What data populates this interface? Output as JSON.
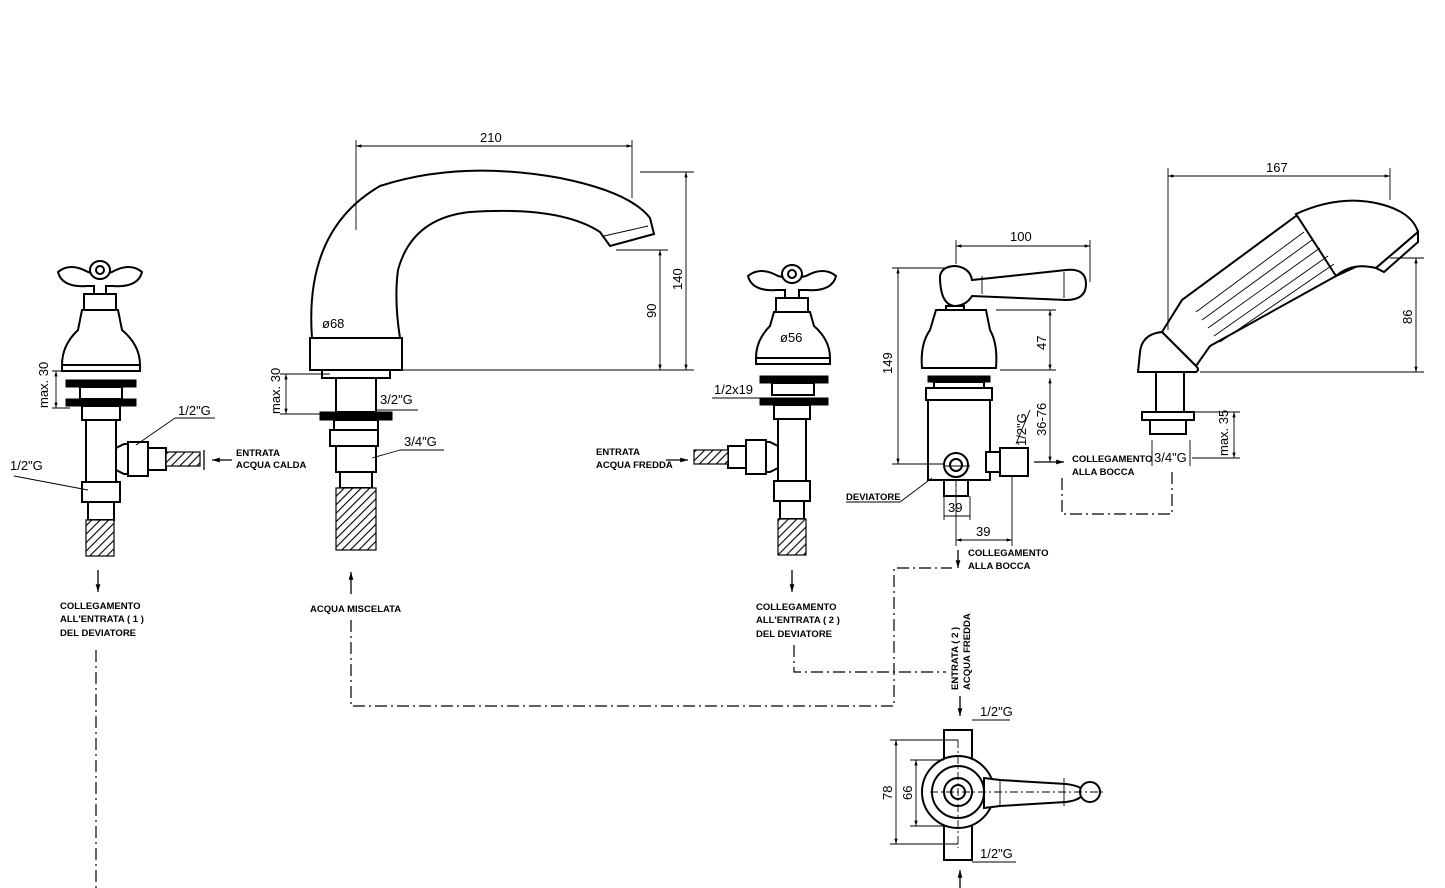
{
  "dimensions": {
    "spout_width": "210",
    "spout_total_height": "140",
    "spout_outlet_height": "90",
    "spout_dia": "ø68",
    "spout_deck": "max. 30",
    "spout_thread_top": "3/2\"G",
    "spout_thread_bottom": "3/4\"G",
    "hot_deck": "max. 30",
    "hot_thread_side": "1/2\"G",
    "hot_thread_bottom": "1/2\"G",
    "cold_dia": "ø56",
    "cold_thread": "1/2x19",
    "diverter_width": "100",
    "diverter_height": "149",
    "diverter_body": "47",
    "diverter_deck": "36-76",
    "diverter_thread": "1/2\"G",
    "diverter_39a": "39",
    "diverter_39b": "39",
    "shower_width": "167",
    "shower_height": "86",
    "shower_deck": "max. 35",
    "shower_thread": "3/4\"G",
    "plan_78": "78",
    "plan_66": "66",
    "plan_thread_top": "1/2\"G",
    "plan_thread_bottom": "1/2\"G"
  },
  "labels": {
    "hot_inlet": [
      "ENTRATA",
      "ACQUA CALDA"
    ],
    "cold_inlet": [
      "ENTRATA",
      "ACQUA FREDDA"
    ],
    "conn_1": [
      "COLLEGAMENTO",
      "ALL'ENTRATA ( 1 )",
      "DEL DEVIATORE"
    ],
    "mixed": "ACQUA MISCELATA",
    "conn_2": [
      "COLLEGAMENTO",
      "ALL'ENTRATA ( 2 )",
      "DEL DEVIATORE"
    ],
    "diverter": "DEVIATORE",
    "spout_conn_right": [
      "COLLEGAMENTO",
      "ALLA BOCCA"
    ],
    "spout_conn_below": [
      "COLLEGAMENTO",
      "ALLA BOCCA"
    ],
    "entrance_2": [
      "ENTRATA ( 2 )",
      "ACQUA FREDDA"
    ]
  }
}
